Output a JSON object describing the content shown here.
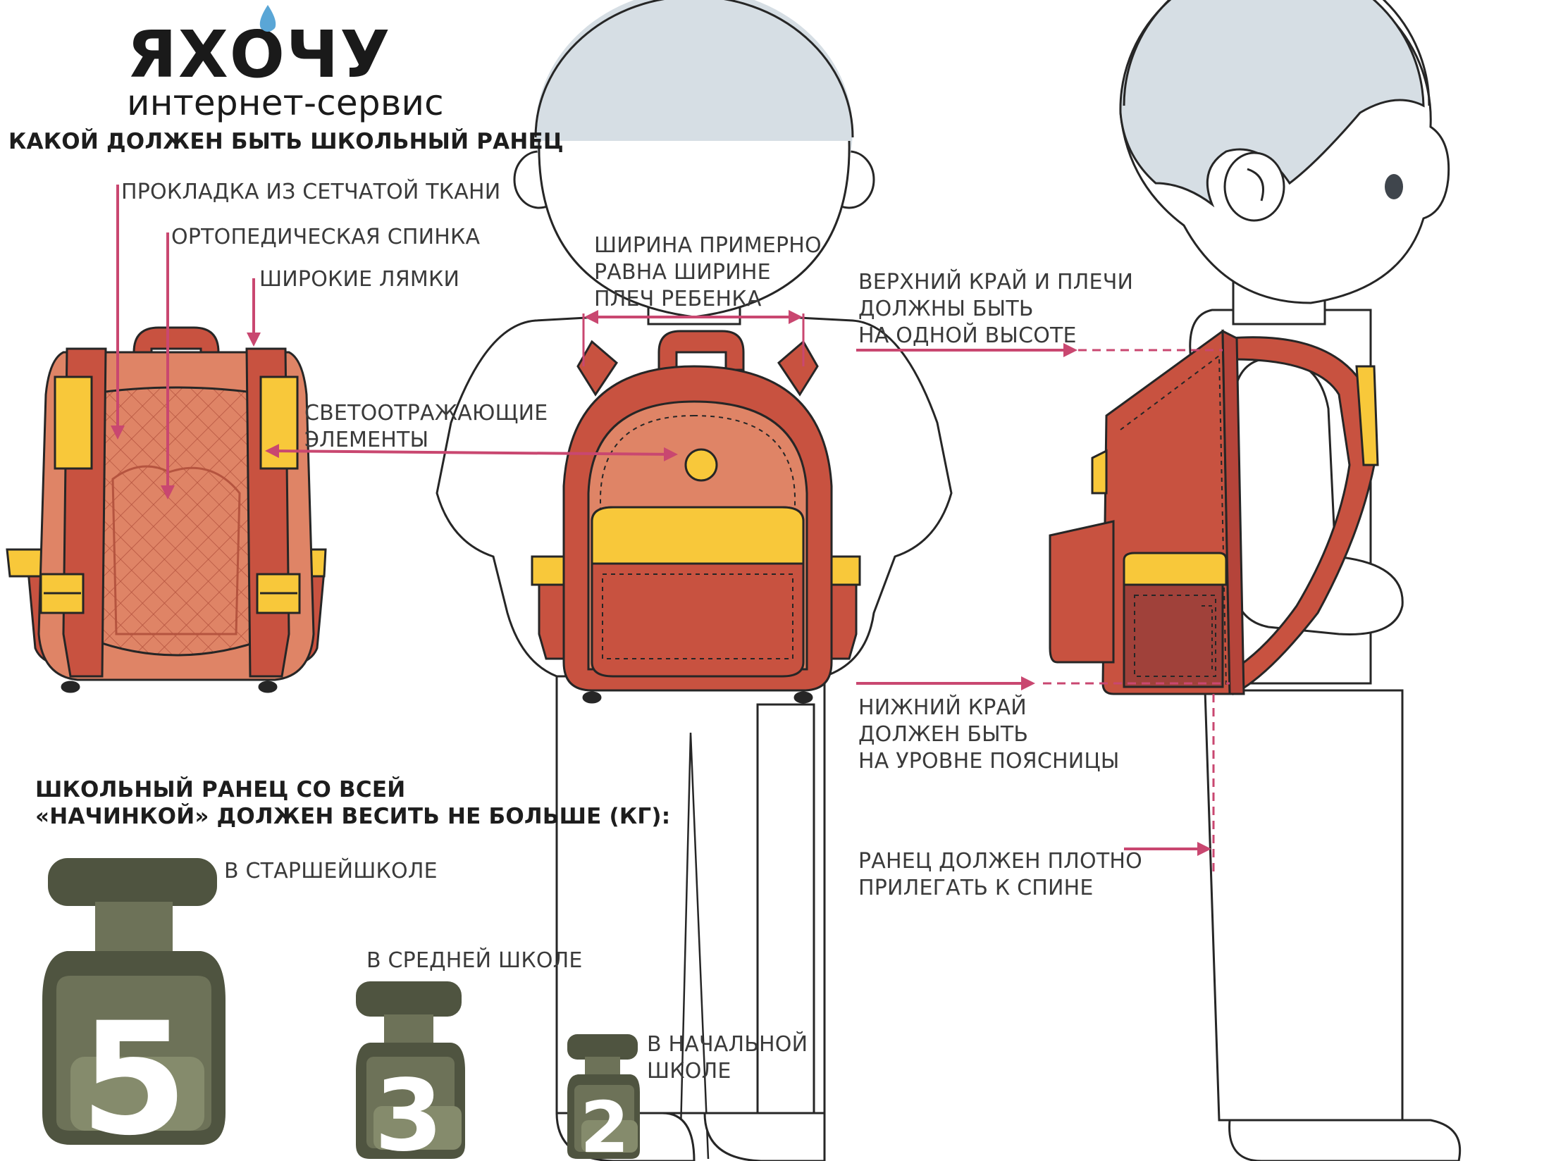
{
  "logo": {
    "brand": "ЯХОЧУ",
    "tagline": "интернет-сервис"
  },
  "title": "КАКОЙ ДОЛЖЕН БЫТЬ ШКОЛЬНЫЙ РАНЕЦ",
  "labels": {
    "mesh": "ПРОКЛАДКА ИЗ СЕТЧАТОЙ ТКАНИ",
    "ortho": "ОРТОПЕДИЧЕСКАЯ СПИНКА",
    "straps": "ШИРОКИЕ ЛЯМКИ",
    "reflective_1": "СВЕТООТРАЖАЮЩИЕ",
    "reflective_2": "ЭЛЕМЕНТЫ",
    "width_1": "ШИРИНА ПРИМЕРНО",
    "width_2": "РАВНА ШИРИНЕ",
    "width_3": "ПЛЕЧ РЕБЕНКА",
    "top_1": "ВЕРХНИЙ КРАЙ И ПЛЕЧИ",
    "top_2": "ДОЛЖНЫ БЫТЬ",
    "top_3": "НА ОДНОЙ ВЫСОТЕ",
    "bottom_1": "НИЖНИЙ КРАЙ",
    "bottom_2": "ДОЛЖЕН БЫТЬ",
    "bottom_3": "НА УРОВНЕ ПОЯСНИЦЫ",
    "fit_1": "РАНЕЦ ДОЛЖЕН ПЛОТНО",
    "fit_2": "ПРИЛЕГАТЬ К СПИНЕ"
  },
  "weights": {
    "heading_1": "ШКОЛЬНЫЙ РАНЕЦ СО ВСЕЙ",
    "heading_2": "«НАЧИНКОЙ» ДОЛЖЕН ВЕСИТЬ НЕ БОЛЬШЕ (КГ):",
    "items": [
      {
        "label": "В СТАРШЕЙШКОЛЕ",
        "value": "5"
      },
      {
        "label": "В СРЕДНЕЙ ШКОЛЕ",
        "value": "3"
      },
      {
        "label_1": "В НАЧАЛЬНОЙ",
        "label_2": "ШКОЛЕ",
        "value": "2"
      }
    ]
  },
  "colors": {
    "bag_dark": "#c85240",
    "bag_light": "#df8466",
    "bag_accent": "#f8c83a",
    "arrow": "#c94770",
    "weight_dark": "#4f5440",
    "weight_mid": "#6d7258",
    "weight_light": "#858b6c",
    "figure_head": "#d6dee4",
    "outline": "#262626"
  }
}
